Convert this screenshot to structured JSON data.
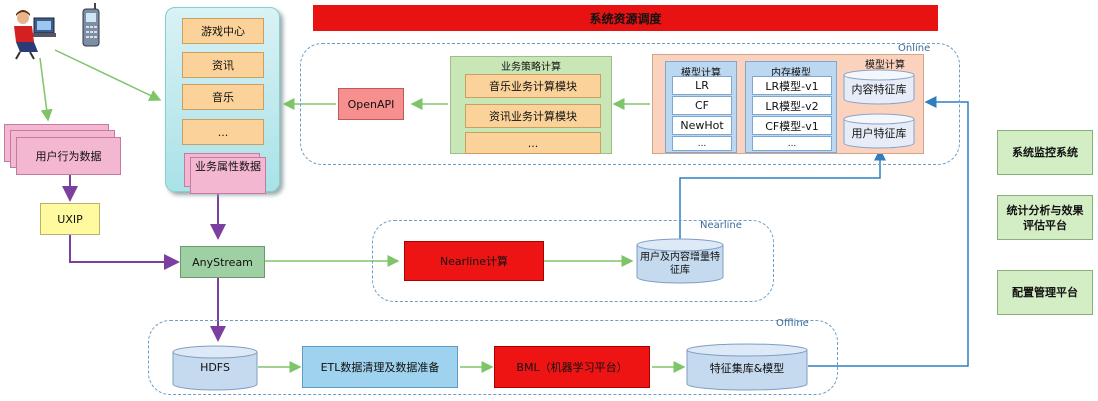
{
  "banner": "系统资源调度",
  "zones": {
    "online": "Online",
    "nearline": "Nearline",
    "offline": "Offline"
  },
  "portal": {
    "items": [
      "游戏中心",
      "资讯",
      "音乐",
      "..."
    ],
    "attr": "业务属性数据"
  },
  "user_behavior": "用户行为数据",
  "uxip": "UXIP",
  "anystream": "AnyStream",
  "openapi": "OpenAPI",
  "strategy": {
    "title": "业务策略计算",
    "items": [
      "音乐业务计算模块",
      "资讯业务计算模块",
      "..."
    ]
  },
  "model_calc": {
    "title": "模型计算",
    "items": [
      "LR",
      "CF",
      "NewHot",
      "..."
    ]
  },
  "memory_model": {
    "title": "内存模型",
    "items": [
      "LR模型-v1",
      "LR模型-v2",
      "CF模型-v1",
      "..."
    ]
  },
  "model_calc2": {
    "title": "模型计算",
    "items": [
      "内容特征库",
      "用户特征库"
    ]
  },
  "nearline_calc": "Nearline计算",
  "incr_features": "用户及内容增量特征库",
  "hdfs": "HDFS",
  "etl": "ETL数据清理及数据准备",
  "bml": "BML（机器学习平台）",
  "feature_set": "特征集库&模型",
  "side": [
    "系统监控系统",
    "统计分析与效果评估平台",
    "配置管理平台"
  ],
  "colors": {
    "banner": "#e81212",
    "green_arrow": "#7ec56a",
    "purple_arrow": "#7b3fa0",
    "blue_arrow": "#2f7fbf"
  }
}
